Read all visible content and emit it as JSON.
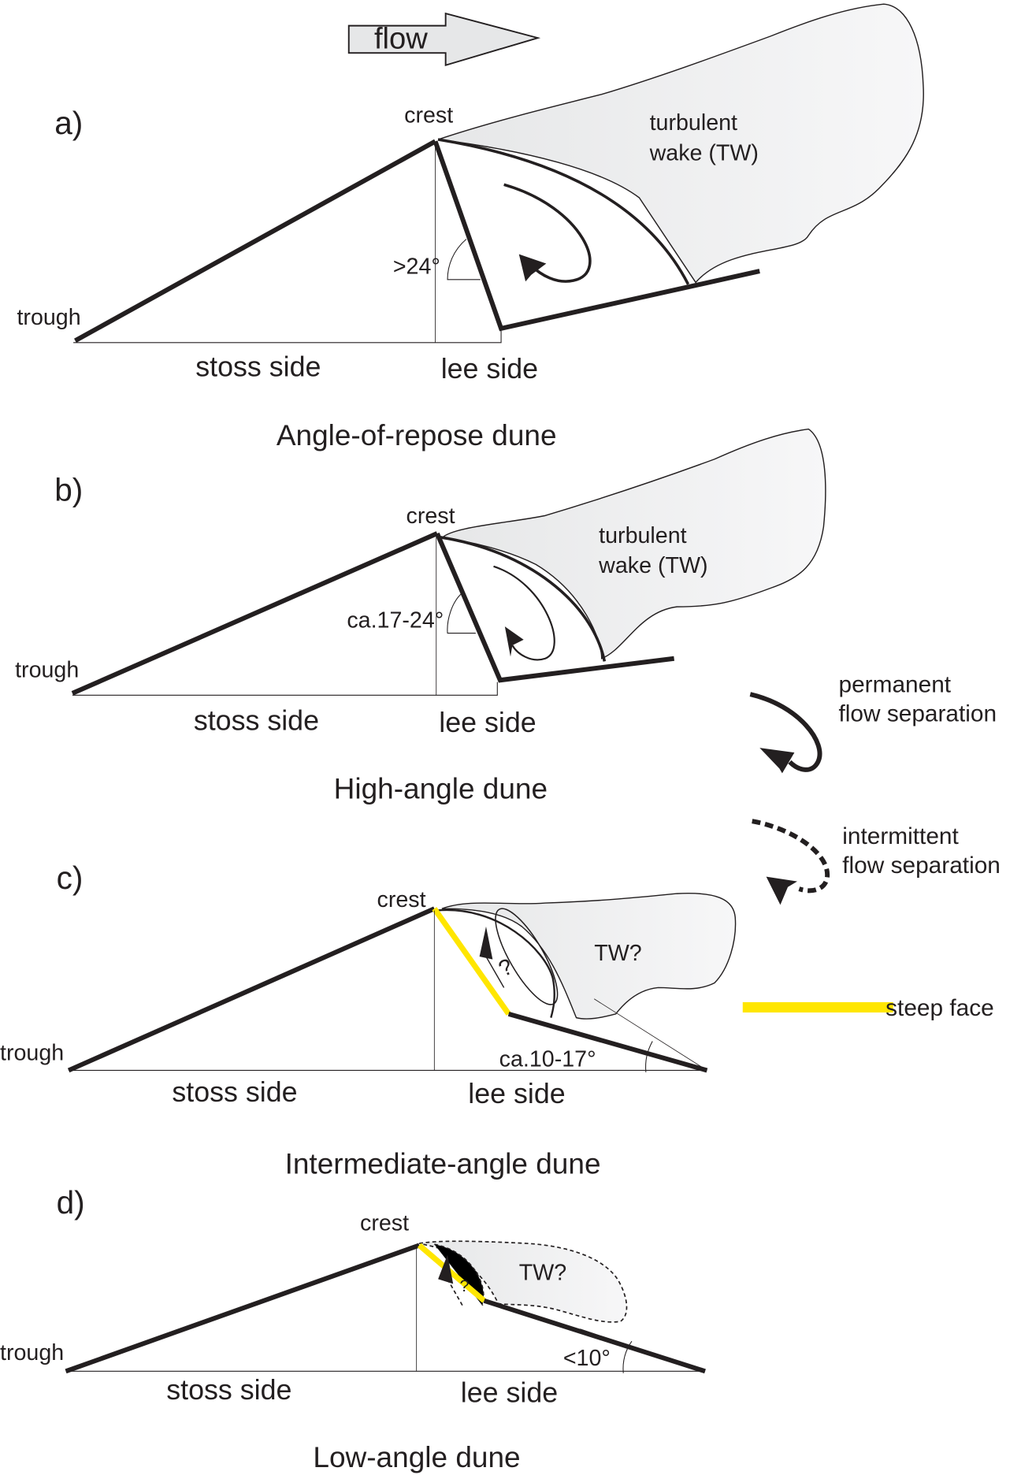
{
  "figure": {
    "flow_arrow_label": "flow",
    "colors": {
      "line": "#231f20",
      "wake_fill": "#e6e7e8",
      "flow_arrow_fill": "#e6e7e8",
      "steep_face": "#ffe600"
    },
    "panels": [
      {
        "id": "a",
        "label": "a)",
        "crest": "crest",
        "trough": "trough",
        "stoss": "stoss side",
        "lee": "lee side",
        "angle": ">24°",
        "wake": [
          "turbulent",
          "wake (TW)"
        ],
        "title": "Angle-of-repose dune",
        "separation": "permanent"
      },
      {
        "id": "b",
        "label": "b)",
        "crest": "crest",
        "trough": "trough",
        "stoss": "stoss side",
        "lee": "lee side",
        "angle": "ca.17-24°",
        "wake": [
          "turbulent",
          "wake (TW)"
        ],
        "title": "High-angle dune",
        "separation": "permanent"
      },
      {
        "id": "c",
        "label": "c)",
        "crest": "crest",
        "trough": "trough",
        "stoss": "stoss side",
        "lee": "lee side",
        "angle": "ca.10-17°",
        "wake": [
          "TW?"
        ],
        "eddy_question": "?",
        "title": "Intermediate-angle dune",
        "separation": "uncertain"
      },
      {
        "id": "d",
        "label": "d)",
        "crest": "crest",
        "trough": "trough",
        "stoss": "stoss side",
        "lee": "lee side",
        "angle": "<10°",
        "wake": [
          "TW?"
        ],
        "eddy_question": "?",
        "title": "Low-angle dune",
        "separation": "uncertain"
      }
    ],
    "legend": [
      {
        "key": "permanent",
        "lines": [
          "permanent",
          "flow separation"
        ],
        "symbol": "solid-curved-arrow"
      },
      {
        "key": "intermittent",
        "lines": [
          "intermittent",
          "flow separation"
        ],
        "symbol": "dashed-curved-arrow"
      },
      {
        "key": "steep",
        "lines": [
          "steep face"
        ],
        "symbol": "yellow-line"
      }
    ]
  }
}
